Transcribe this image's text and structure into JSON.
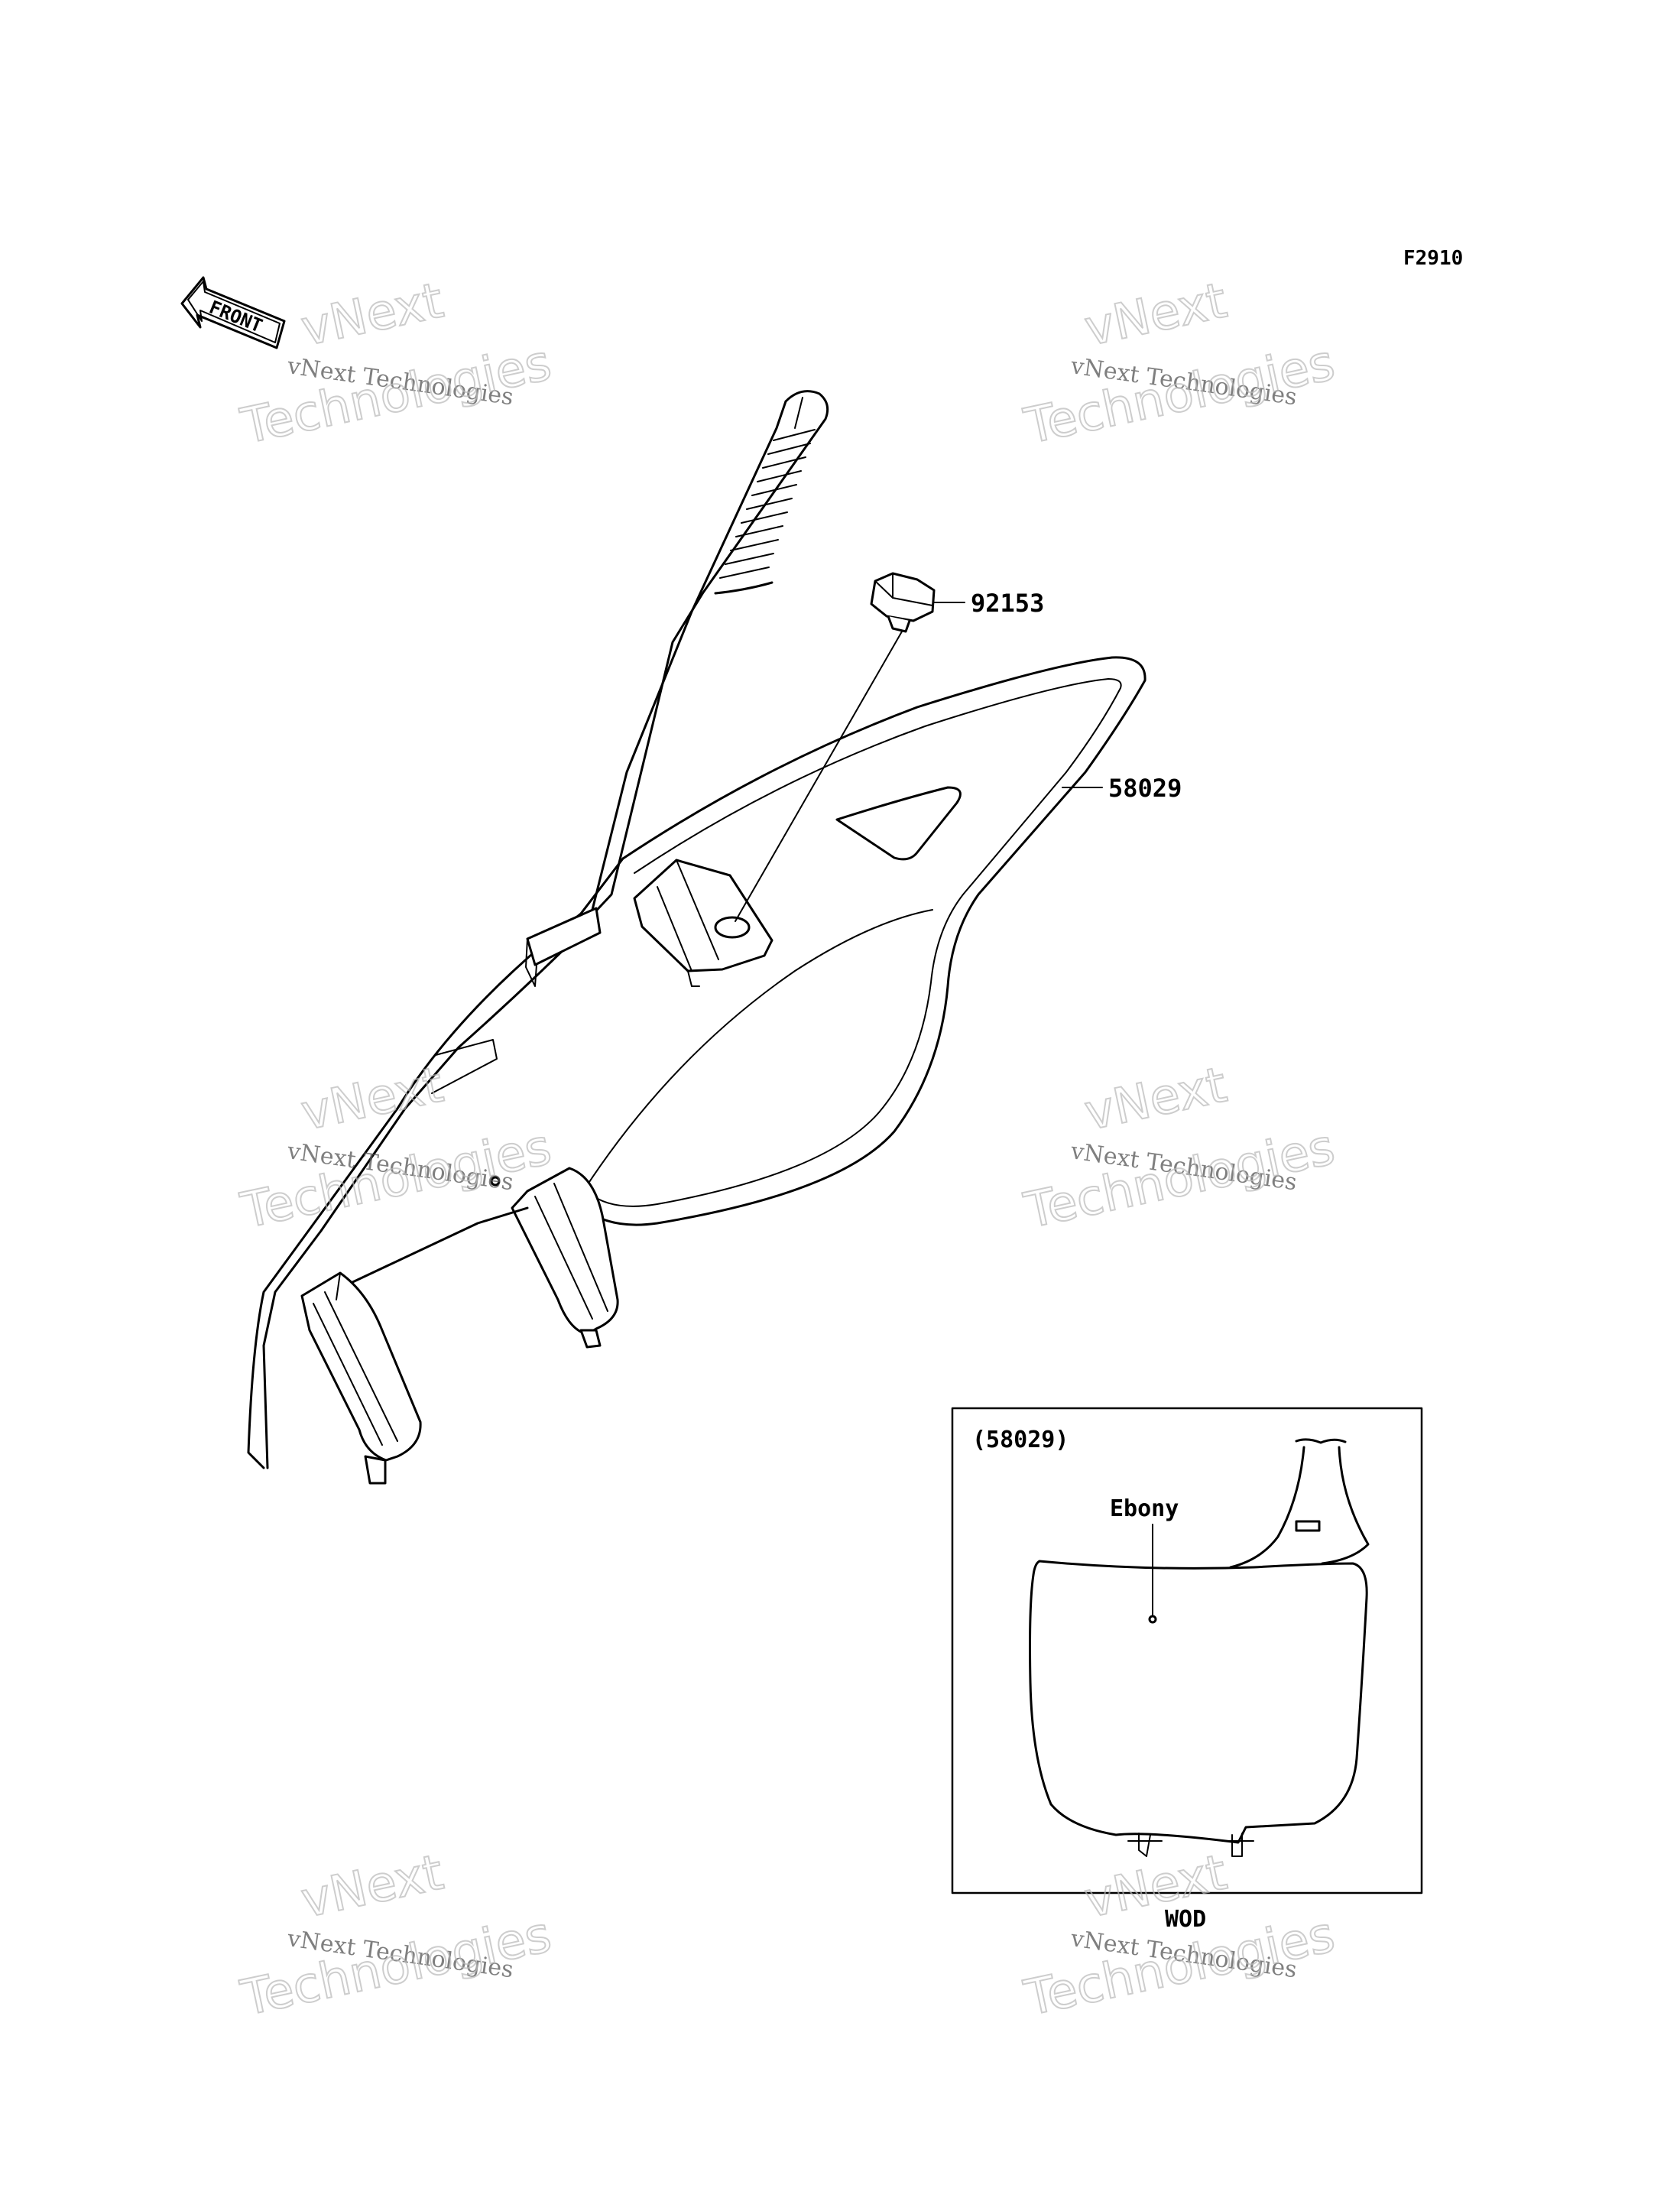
{
  "figure_code": "F2910",
  "front_arrow_label": "FRONT",
  "callouts": {
    "bolt": "92153",
    "plate": "58029"
  },
  "inset": {
    "part_ref": "(58029)",
    "color_label": "Ebony",
    "caption": "WOD"
  },
  "watermark": {
    "line1": "vNext Technologies",
    "line2a": "vNext",
    "line2b": "Technologies"
  }
}
